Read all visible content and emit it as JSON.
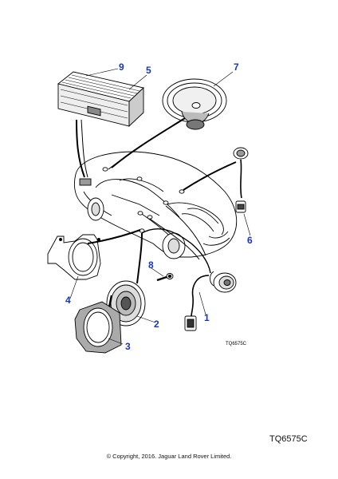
{
  "diagram": {
    "callouts": [
      "1",
      "2",
      "3",
      "4",
      "5",
      "6",
      "7",
      "8",
      "9"
    ],
    "reference_small": "TQ6575C",
    "reference_large": "TQ6575C",
    "copyright": "© Copyright, 2016. Jaguar Land Rover Limited.",
    "colors": {
      "callout": "#1a35b8",
      "line": "#000000"
    }
  }
}
